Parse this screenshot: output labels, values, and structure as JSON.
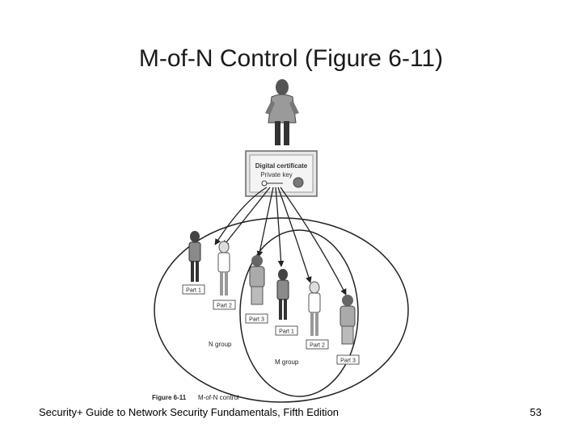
{
  "slide": {
    "title": "M-of-N Control (Figure 6-11)",
    "footer_left": "Security+ Guide to Network Security Fundamentals, Fifth Edition",
    "page_number": "53"
  },
  "figure": {
    "certificate_title": "Digital certificate",
    "certificate_subtitle": "Private key",
    "n_group_label": "N group",
    "m_group_label": "M group",
    "parts": [
      "Part 1",
      "Part 2",
      "Part 3",
      "Part 1",
      "Part 2",
      "Part 3"
    ],
    "caption_number": "Figure 6-11",
    "caption_text": "M-of-N control"
  }
}
